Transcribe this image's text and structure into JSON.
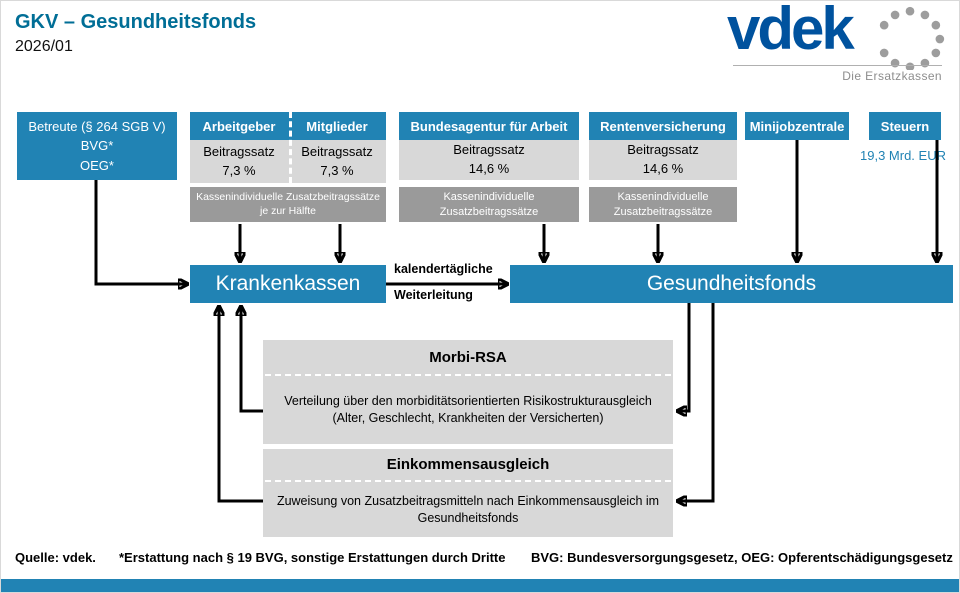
{
  "header": {
    "title": "GKV – Gesundheitsfonds",
    "subtitle": "2026/01"
  },
  "logo": {
    "wordmark": "vdek",
    "tagline": "Die Ersatzkassen"
  },
  "contributors": {
    "betreute": {
      "line1": "Betreute (§ 264 SGB V)",
      "line2": "BVG*",
      "line3": "OEG*"
    },
    "arbeitgeber": {
      "label": "Arbeitgeber",
      "rate_label": "Beitragssatz",
      "rate": "7,3 %"
    },
    "mitglieder": {
      "label": "Mitglieder",
      "rate_label": "Beitragssatz",
      "rate": "7,3 %"
    },
    "arbeitgeber_mitglieder_zusatz": {
      "line1": "Kassenindividuelle Zusatzbeitragssätze",
      "line2": "je zur Hälfte"
    },
    "bundesagentur": {
      "label": "Bundesagentur für Arbeit",
      "rate_label": "Beitragssatz",
      "rate": "14,6 %",
      "zusatz_line1": "Kassenindividuelle",
      "zusatz_line2": "Zusatzbeitragssätze"
    },
    "rentenversicherung": {
      "label": "Rentenversicherung",
      "rate_label": "Beitragssatz",
      "rate": "14,6 %",
      "zusatz_line1": "Kassenindividuelle",
      "zusatz_line2": "Zusatzbeitragssätze"
    },
    "minijobzentrale": {
      "label": "Minijobzentrale"
    },
    "steuern": {
      "label": "Steuern",
      "amount": "19,3 Mrd. EUR"
    }
  },
  "flow": {
    "krankenkassen": "Krankenkassen",
    "gesundheitsfonds": "Gesundheitsfonds",
    "transfer_label_line1": "kalendertägliche",
    "transfer_label_line2": "Weiterleitung"
  },
  "mechanisms": {
    "morbi_rsa": {
      "title": "Morbi-RSA",
      "description": "Verteilung über den morbiditätsorientierten Risikostrukturausgleich (Alter, Geschlecht, Krankheiten der Versicherten)"
    },
    "einkommensausgleich": {
      "title": "Einkommensausgleich",
      "description": "Zuweisung von Zusatzbeitragsmitteln nach Einkommensausgleich im Gesundheitsfonds"
    }
  },
  "footer": {
    "source": "Quelle: vdek.",
    "note_erstattung": "*Erstattung nach § 19 BVG, sonstige Erstattungen durch Dritte",
    "note_abbrev": "BVG: Bundesversorgungsgesetz,  OEG: Opferentschädigungsgesetz"
  },
  "colors": {
    "box_blue": "#2183b4",
    "title_teal": "#006e96",
    "logo_blue": "#00529e",
    "light_gray": "#d8d8d8",
    "dark_gray": "#9a9a9a",
    "amount_blue": "#2183b4"
  }
}
